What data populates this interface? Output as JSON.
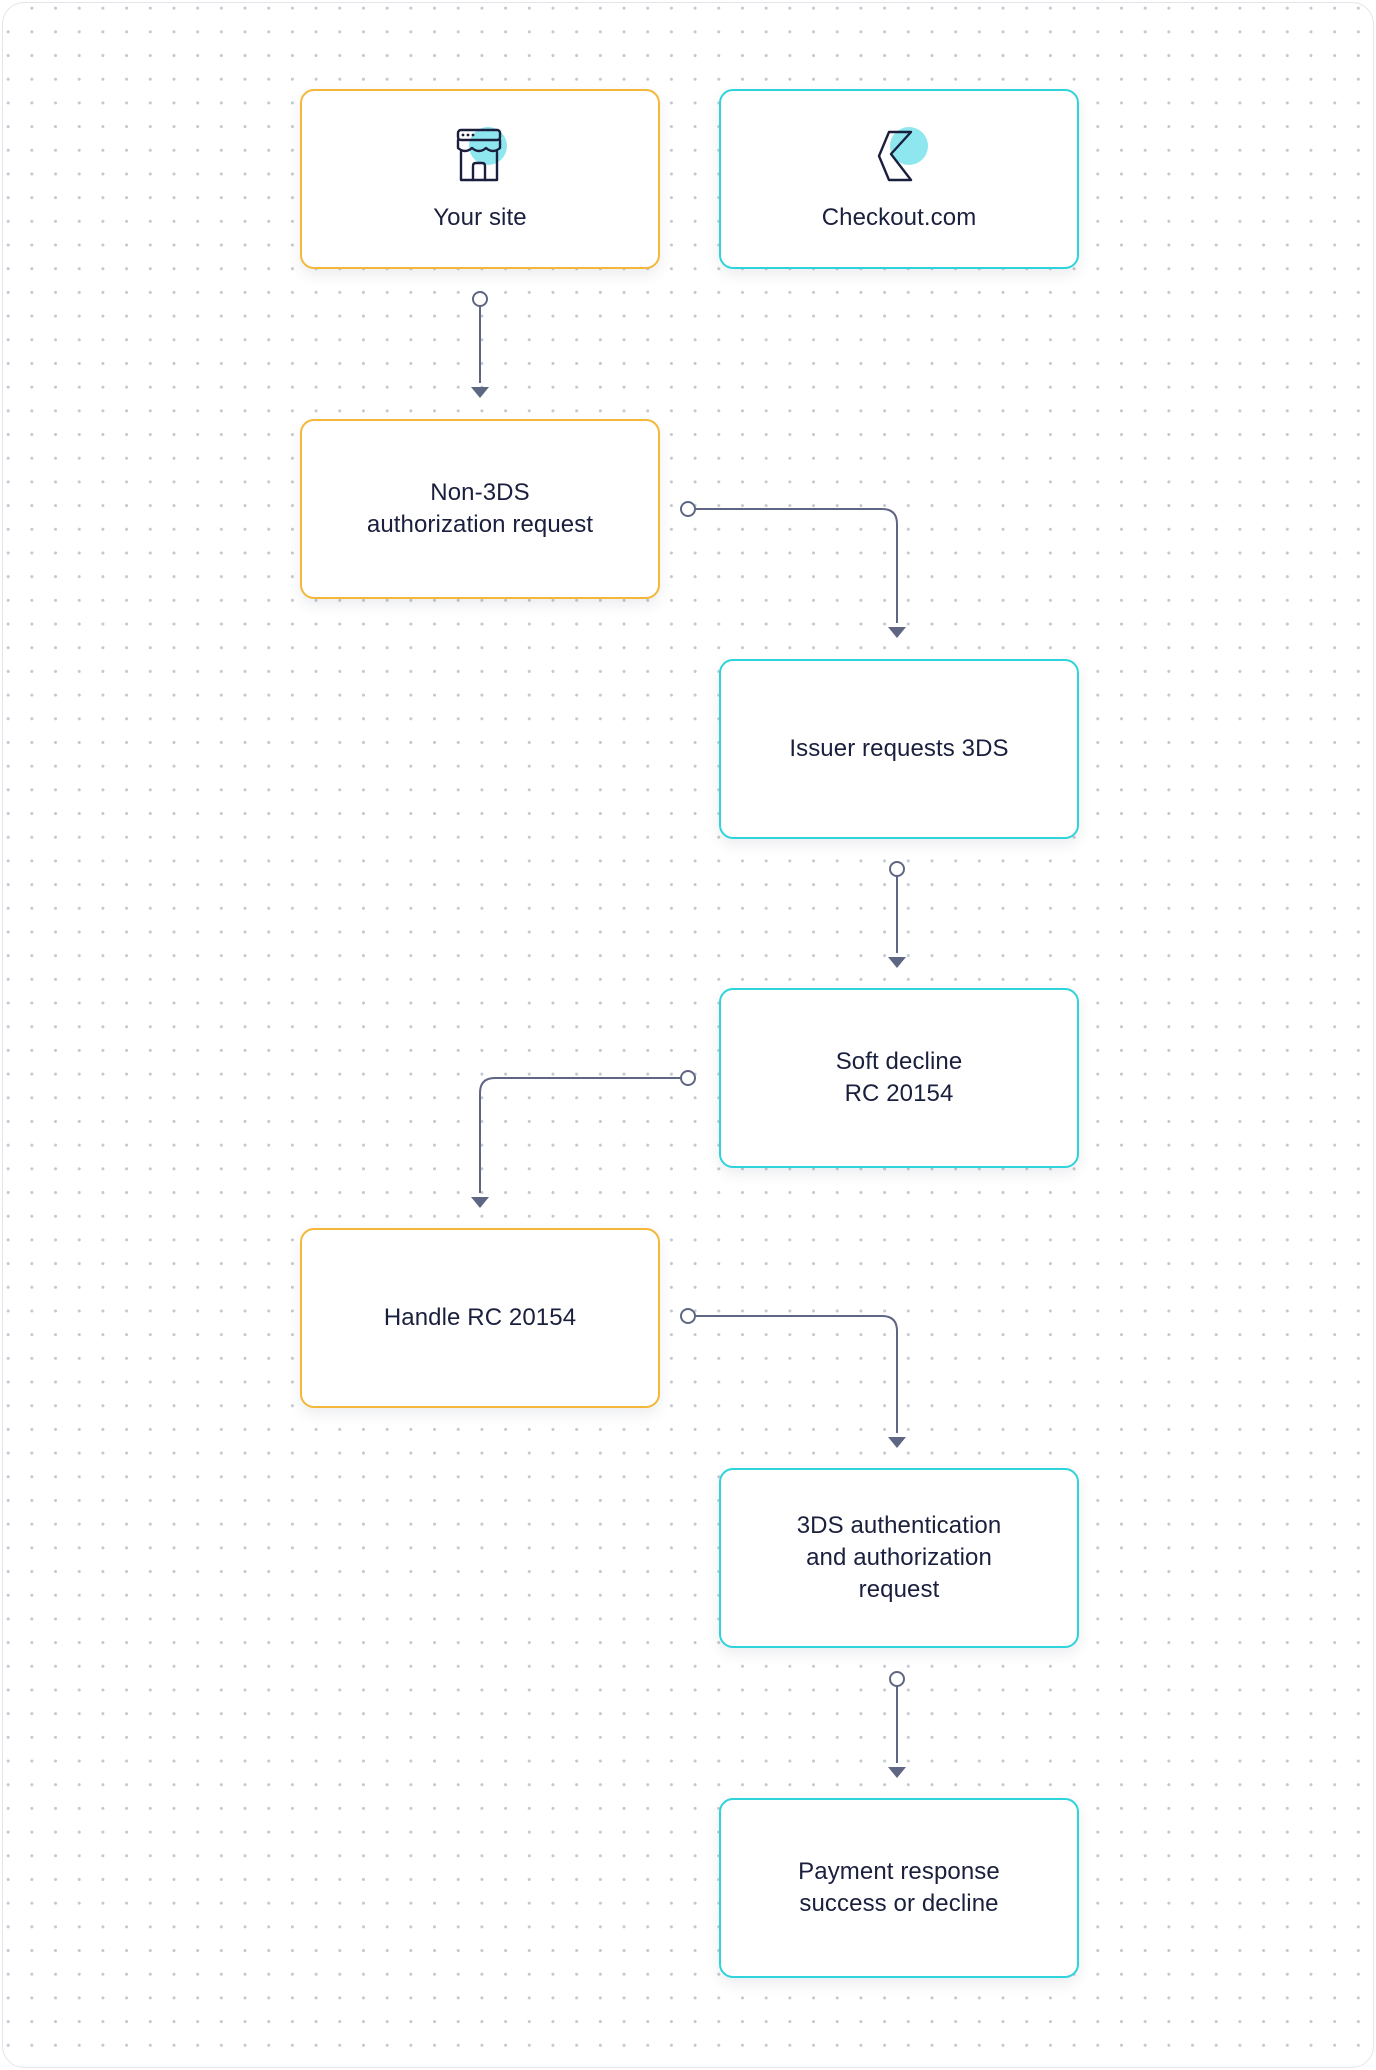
{
  "header": {
    "merchant_label": "Your site",
    "merchant_icon": "storefront-icon",
    "provider_label": "Checkout.com",
    "provider_icon": "checkout-logo-icon"
  },
  "steps": {
    "non3ds_request": {
      "line1": "Non-3DS",
      "line2": "authorization request"
    },
    "issuer_requests": {
      "line1": "Issuer requests 3DS"
    },
    "soft_decline": {
      "line1": "Soft decline",
      "line2": "RC 20154"
    },
    "handle_rc": {
      "line1": "Handle RC 20154"
    },
    "auth_request": {
      "line1": "3DS authentication",
      "line2": "and authorization",
      "line3": "request"
    },
    "payment_response": {
      "line1": "Payment response",
      "line2": "success or decline"
    }
  },
  "colors": {
    "merchant_border": "#f4b73a",
    "provider_border": "#2ed3dc",
    "connector": "#5f6683",
    "icon_accent": "#8ee7ee",
    "text": "#1a1f3d"
  }
}
